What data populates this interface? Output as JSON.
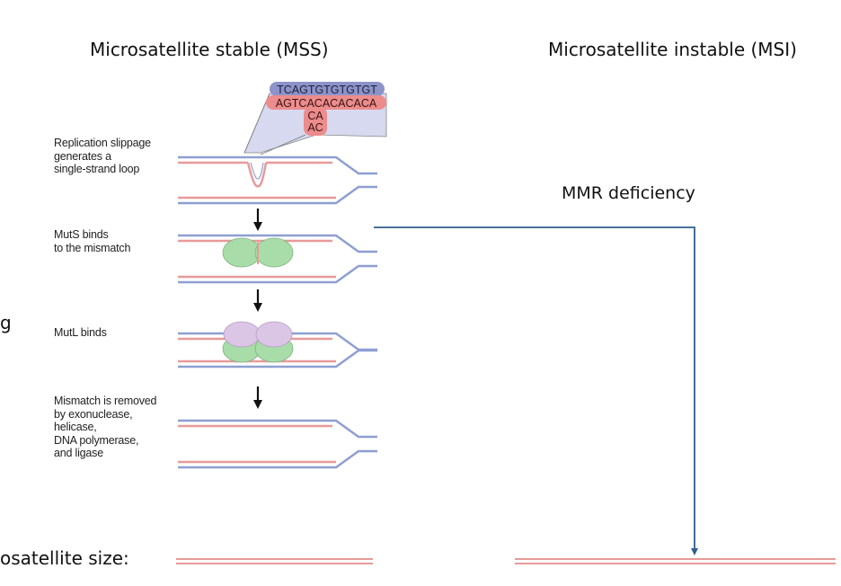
{
  "headings": {
    "mss": "Microsatellite stable (MSS)",
    "msi": "Microsatellite instable (MSI)"
  },
  "sequence": {
    "top_strand": "TCAGTGTGTGTGT",
    "bottom_strand": "AGTCACACACACA",
    "loop_line1": "CA",
    "loop_line2": "AC"
  },
  "steps": [
    {
      "label": "Replication slippage\ngenerates a\nsingle-strand loop"
    },
    {
      "label": "MutS binds\nto the mismatch"
    },
    {
      "label": "MutL binds"
    },
    {
      "label": "Mismatch is removed\nby exonuclease,\nhelicase,\nDNA polymerase,\nand ligase"
    }
  ],
  "mmr_label": "MMR deficiency",
  "left_clipped": {
    "fragment": "g",
    "size_label": "osatellite size:"
  },
  "colors": {
    "blue_strand": "#8e9fd1",
    "red_strand": "#e89a9a",
    "muts_protein": "#a8dca8",
    "mutl_protein": "#dcc6e6",
    "connector": "#2f5f8f",
    "seq_top_fill": "#8c93c9",
    "seq_bottom_fill": "#ec8c8c",
    "callout_fill": "#d6d9ef"
  }
}
